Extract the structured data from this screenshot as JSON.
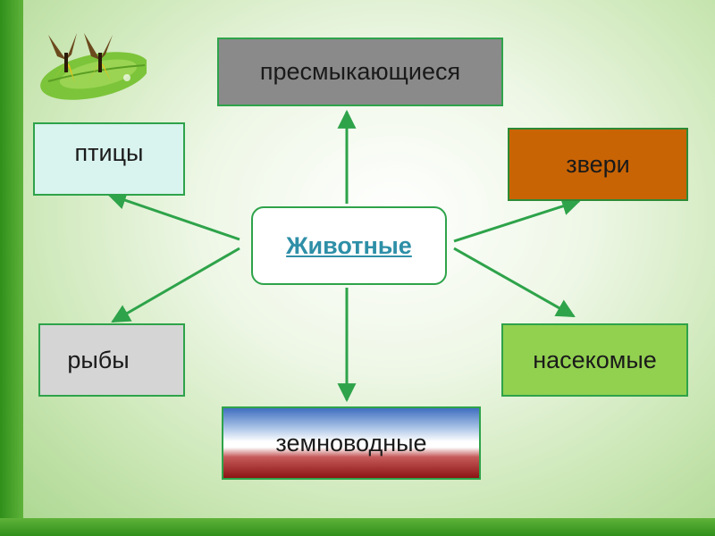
{
  "diagram": {
    "center": "Животные",
    "nodes": {
      "reptiles": "пресмыкающиеся",
      "birds": "птицы",
      "beasts": "звери",
      "fish": "рыбы",
      "insects": "насекомые",
      "amphibians": "земноводные"
    }
  },
  "colors": {
    "accent_green": "#2ea34a",
    "center_text": "#2e8fa7",
    "reptiles_fill": "#8a8a8a",
    "birds_fill": "#d9f3ee",
    "beasts_fill": "#c96405",
    "fish_fill": "#d5d5d5",
    "insects_fill": "#92d050"
  },
  "decoration": {
    "corner_image": "butterfly-on-leaf-icon"
  }
}
